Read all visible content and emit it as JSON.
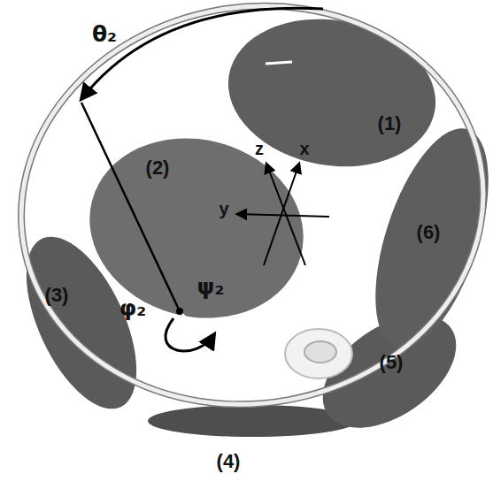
{
  "diagram": {
    "labels": [
      "θ₂",
      "(1)",
      "z",
      "x",
      "(2)",
      "y",
      "φ₂",
      "(6)",
      "(3)",
      "ψ₂",
      "(5)",
      "(4)"
    ]
  }
}
